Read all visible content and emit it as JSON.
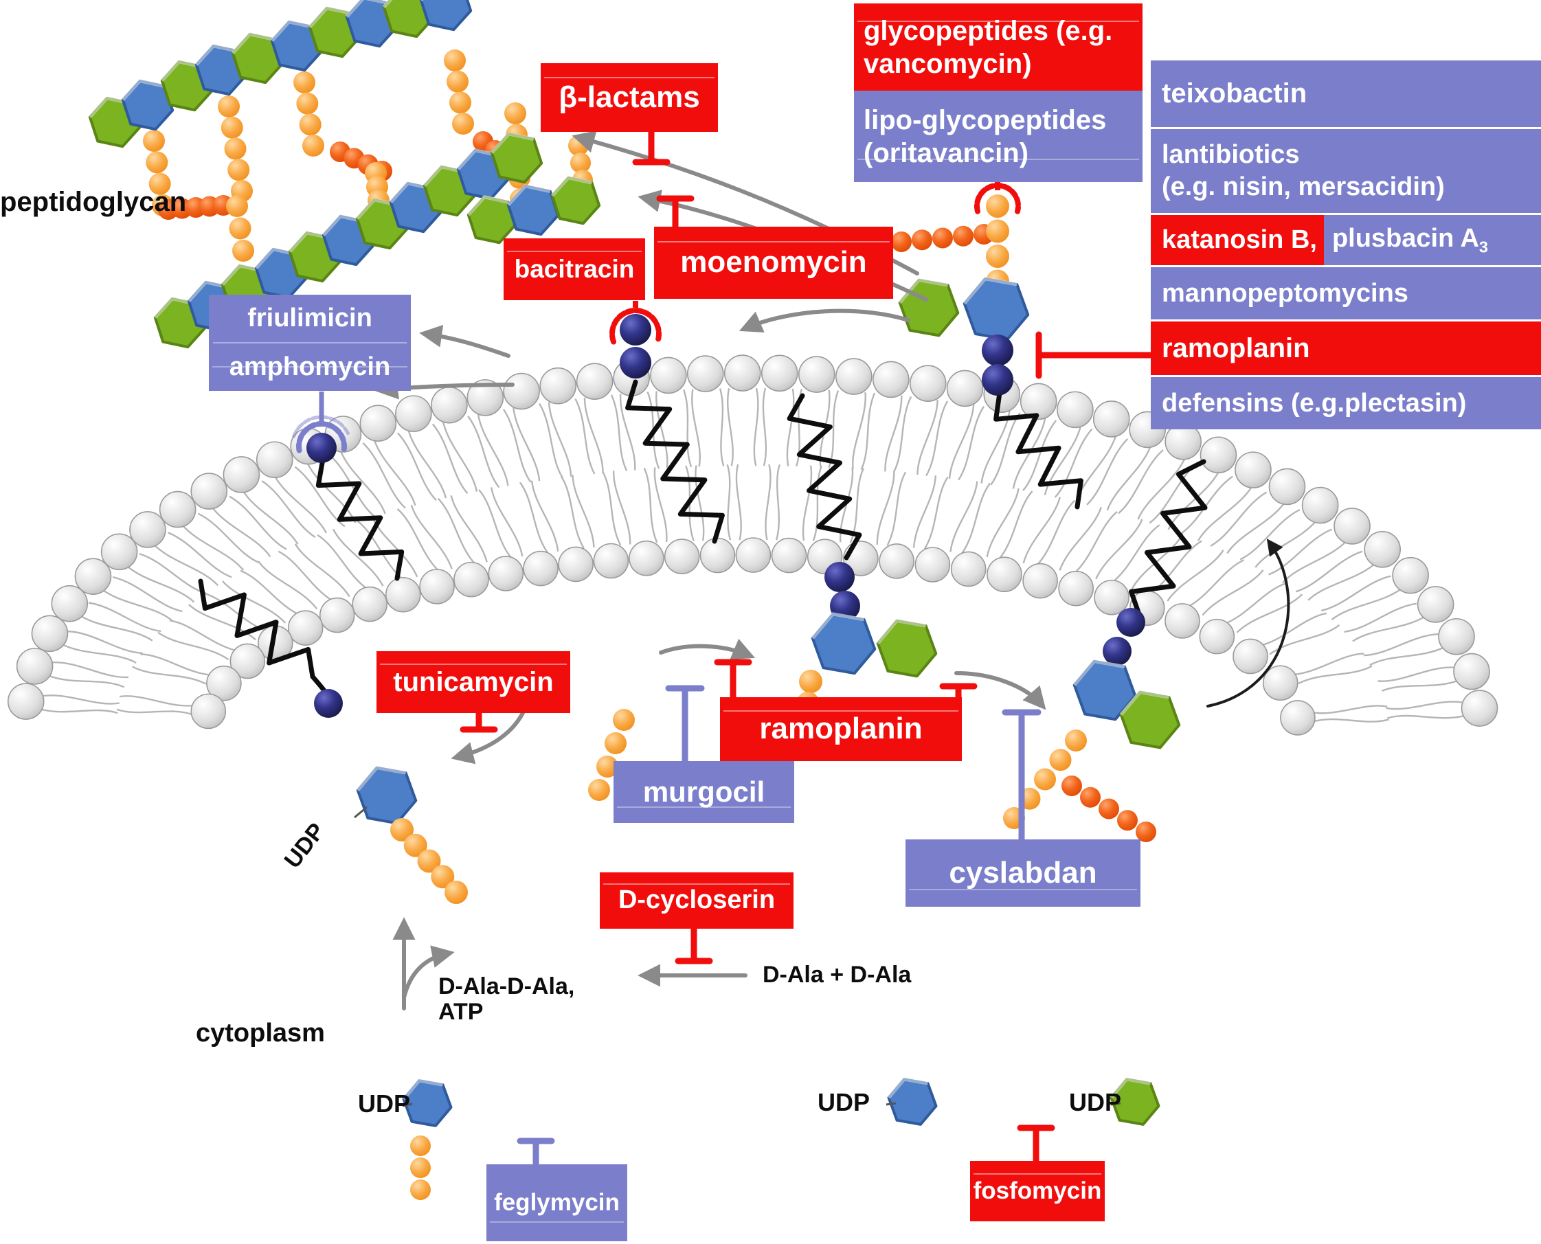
{
  "colors": {
    "red": "#f20d0d",
    "purple": "#7b7fcb",
    "green_hex": "#7cb320",
    "green_edge": "#5a8414",
    "blue_hex": "#4d7ec8",
    "blue_edge": "#2f5b9d",
    "bead_light": "#f7a440",
    "bead_dark": "#f05a12",
    "navy": "#23246a",
    "membrane_gray": "#d9d9d9",
    "arrow_gray": "#8a8a8a"
  },
  "labels": {
    "peptidoglycan": "peptidoglycan",
    "cytoplasm": "cytoplasm",
    "udp": "UDP",
    "d_ala_d_ala": "D-Ala-D-Ala,",
    "atp": "ATP",
    "d_ala_plus_d_ala": "D-Ala + D-Ala"
  },
  "boxes": {
    "beta_lactams": "β-lactams",
    "bacitracin": "bacitracin",
    "moenomycin": "moenomycin",
    "glycopeptides_l1": "glycopeptides (e.g.",
    "glycopeptides_l2": "vancomycin)",
    "lipo_l1": "lipo-glycopeptides",
    "lipo_l2": "(oritavancin)",
    "friulimicin": "friulimicin",
    "amphomycin": "amphomycin",
    "tunicamycin": "tunicamycin",
    "murgocil": "murgocil",
    "ramoplanin": "ramoplanin",
    "cyslabdan": "cyslabdan",
    "d_cycloserin": "D-cycloserin",
    "feglymycin": "feglymycin",
    "fosfomycin": "fosfomycin"
  },
  "panel": {
    "teixobactin": "teixobactin",
    "lantibiotics_l1": "lantibiotics",
    "lantibiotics_l2": "(e.g. nisin, mersacidin)",
    "katanosin_red": "katanosin B,",
    "plusbacin": "plusbacin A",
    "plusbacin_sub": "3",
    "mannopeptomycins": "mannopeptomycins",
    "ramoplanin": "ramoplanin",
    "defensins": "defensins (e.g.plectasin)"
  }
}
